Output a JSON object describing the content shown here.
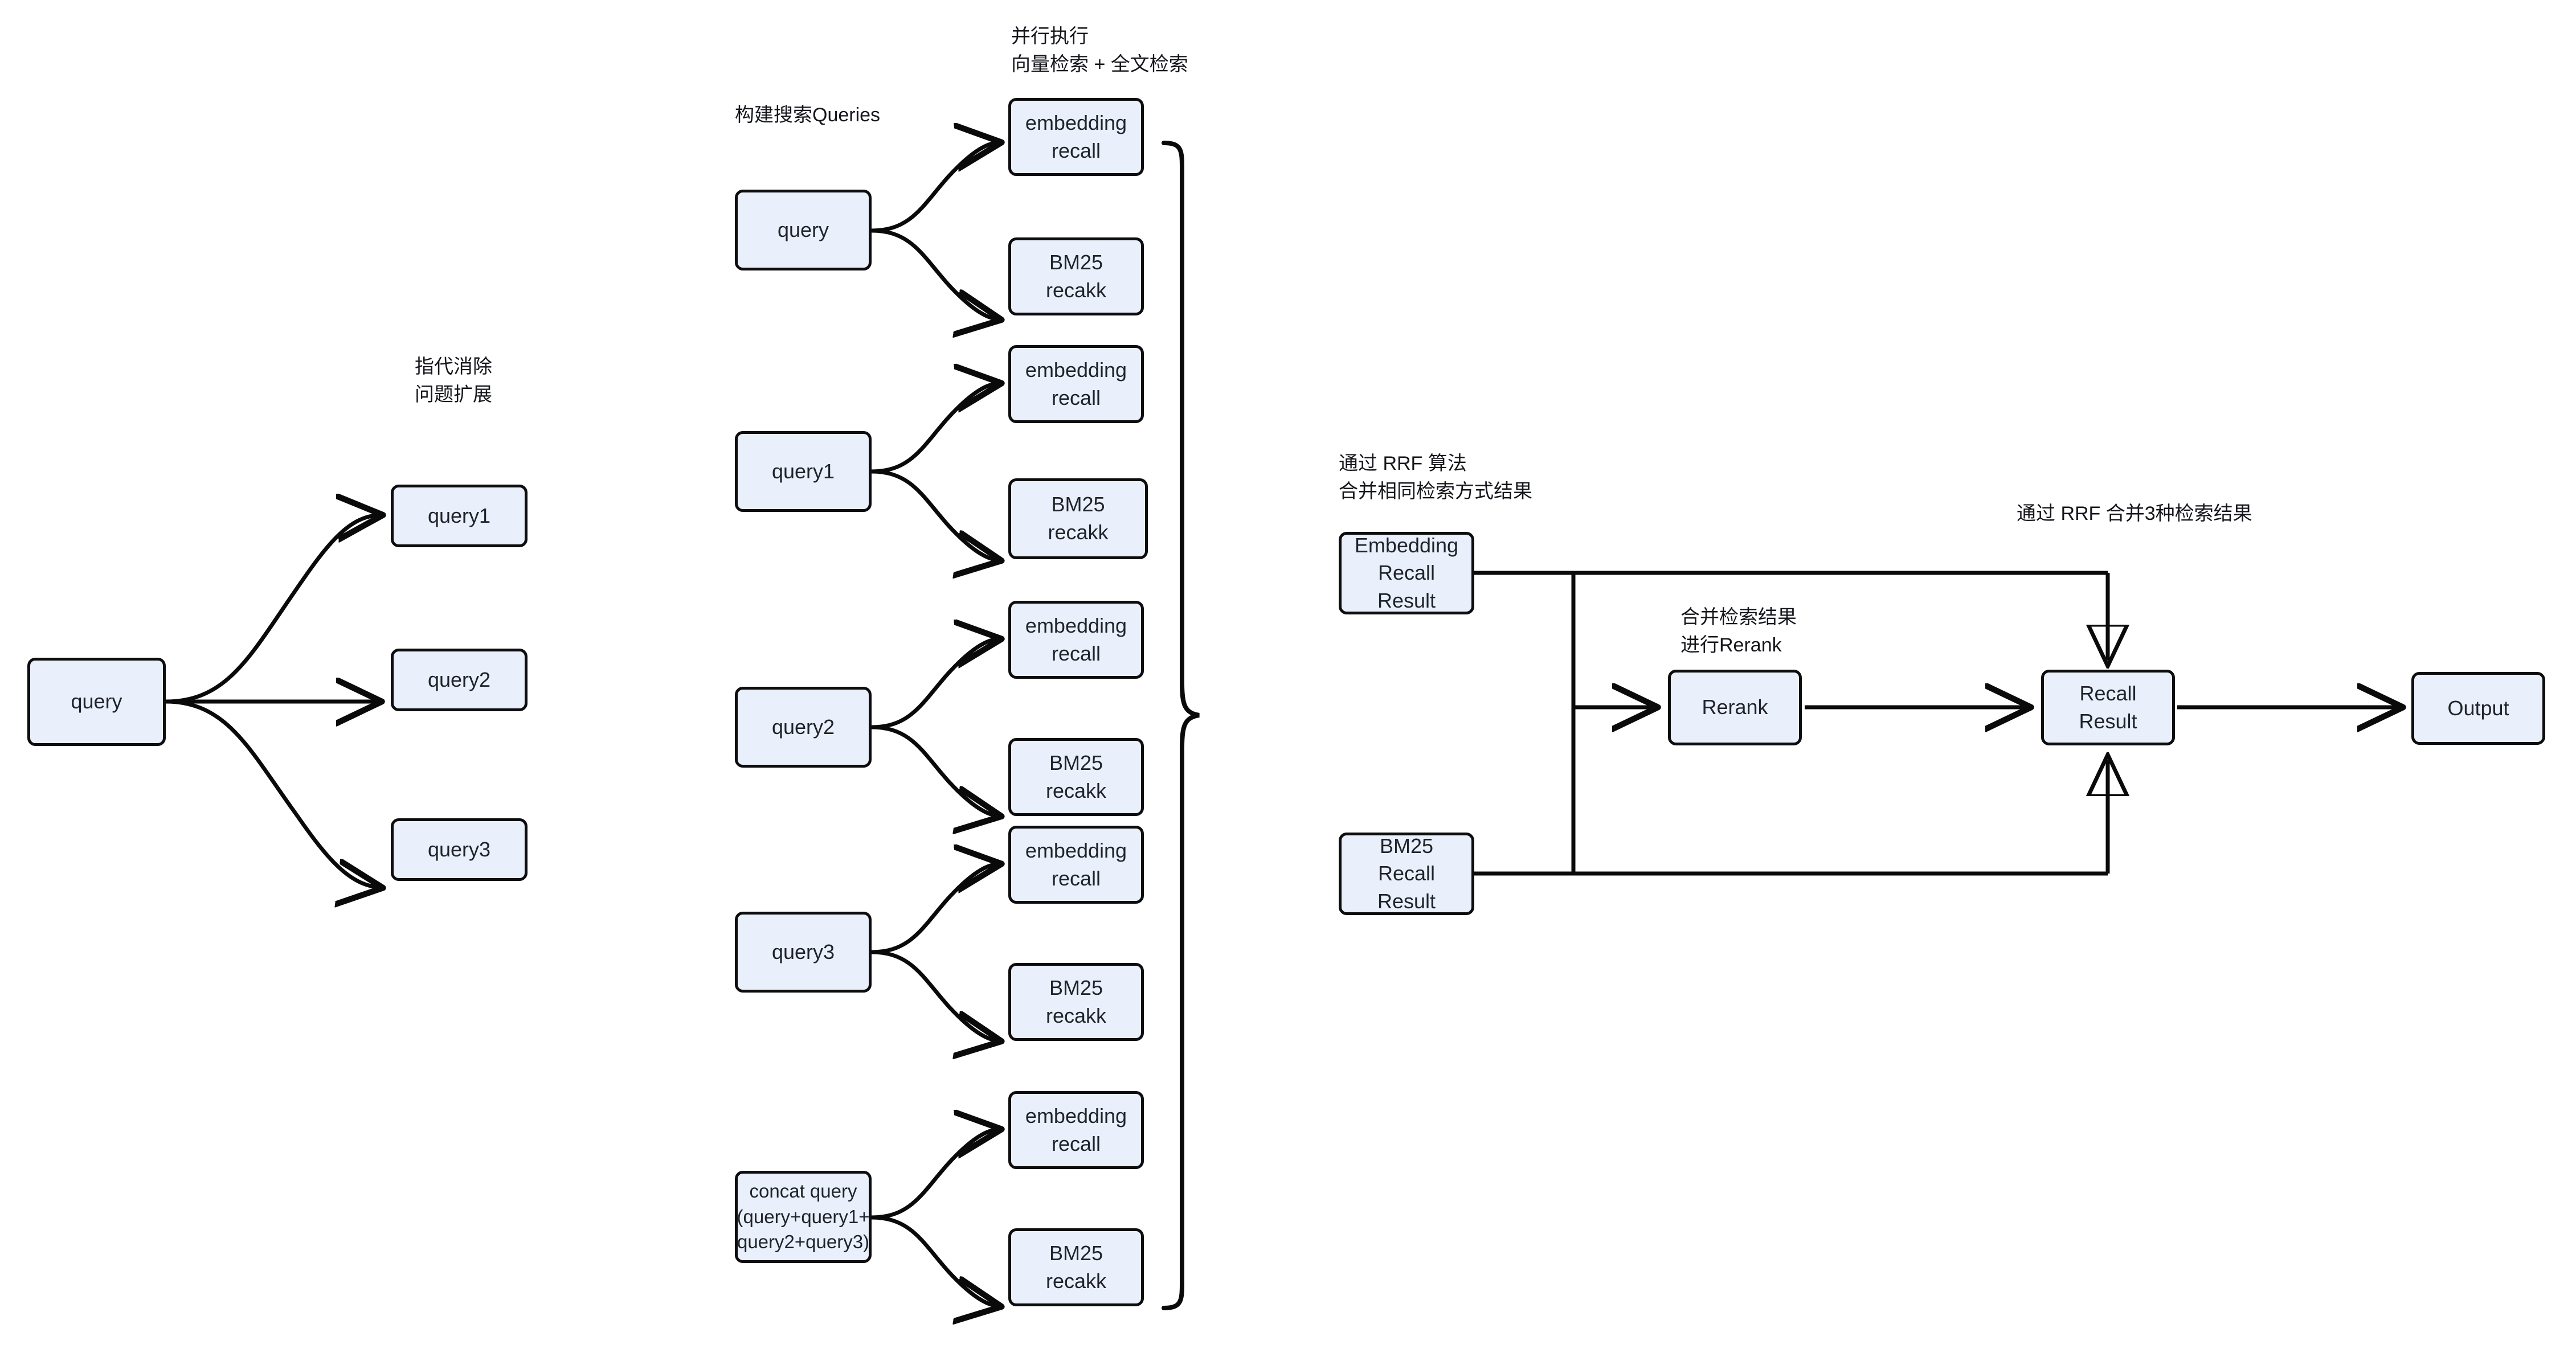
{
  "diagram": {
    "title_note_left": "指代消除\n问题扩展",
    "notes": {
      "query_expansion": "指代消除\n问题扩展",
      "build_queries": "构建搜索Queries",
      "parallel_exec": "并行执行\n向量检索 + 全文检索",
      "rrf_same_type": "通过 RRF 算法\n合并相同检索方式结果",
      "merge_rerank": "合并检索结果\n进行Rerank",
      "rrf_three": "通过 RRF 合并3种检索结果"
    },
    "stage1": {
      "source": "query",
      "expansions": [
        "query1",
        "query2",
        "query3"
      ]
    },
    "stage2": {
      "rows": [
        {
          "query": "query",
          "embedding": "embedding\nrecall",
          "bm25": "BM25\nrecakk"
        },
        {
          "query": "query1",
          "embedding": "embedding\nrecall",
          "bm25": "BM25\nrecakk"
        },
        {
          "query": "query2",
          "embedding": "embedding\nrecall",
          "bm25": "BM25\nrecakk"
        },
        {
          "query": "query3",
          "embedding": "embedding\nrecall",
          "bm25": "BM25\nrecakk"
        },
        {
          "query": "concat query\n(query+query1+\nquery2+query3)",
          "embedding": "embedding\nrecall",
          "bm25": "BM25\nrecakk"
        }
      ]
    },
    "stage3": {
      "embedding_recall_result": "Embedding\nRecall\nResult",
      "bm25_recall_result": "BM25\nRecall\nResult",
      "rerank": "Rerank",
      "recall_result": "Recall\nResult",
      "output": "Output"
    },
    "colors": {
      "node_fill": "#eaf0fb",
      "node_stroke": "#0d0d0d",
      "edge": "#0a0a0a",
      "text": "#20232a",
      "background": "#ffffff"
    }
  }
}
